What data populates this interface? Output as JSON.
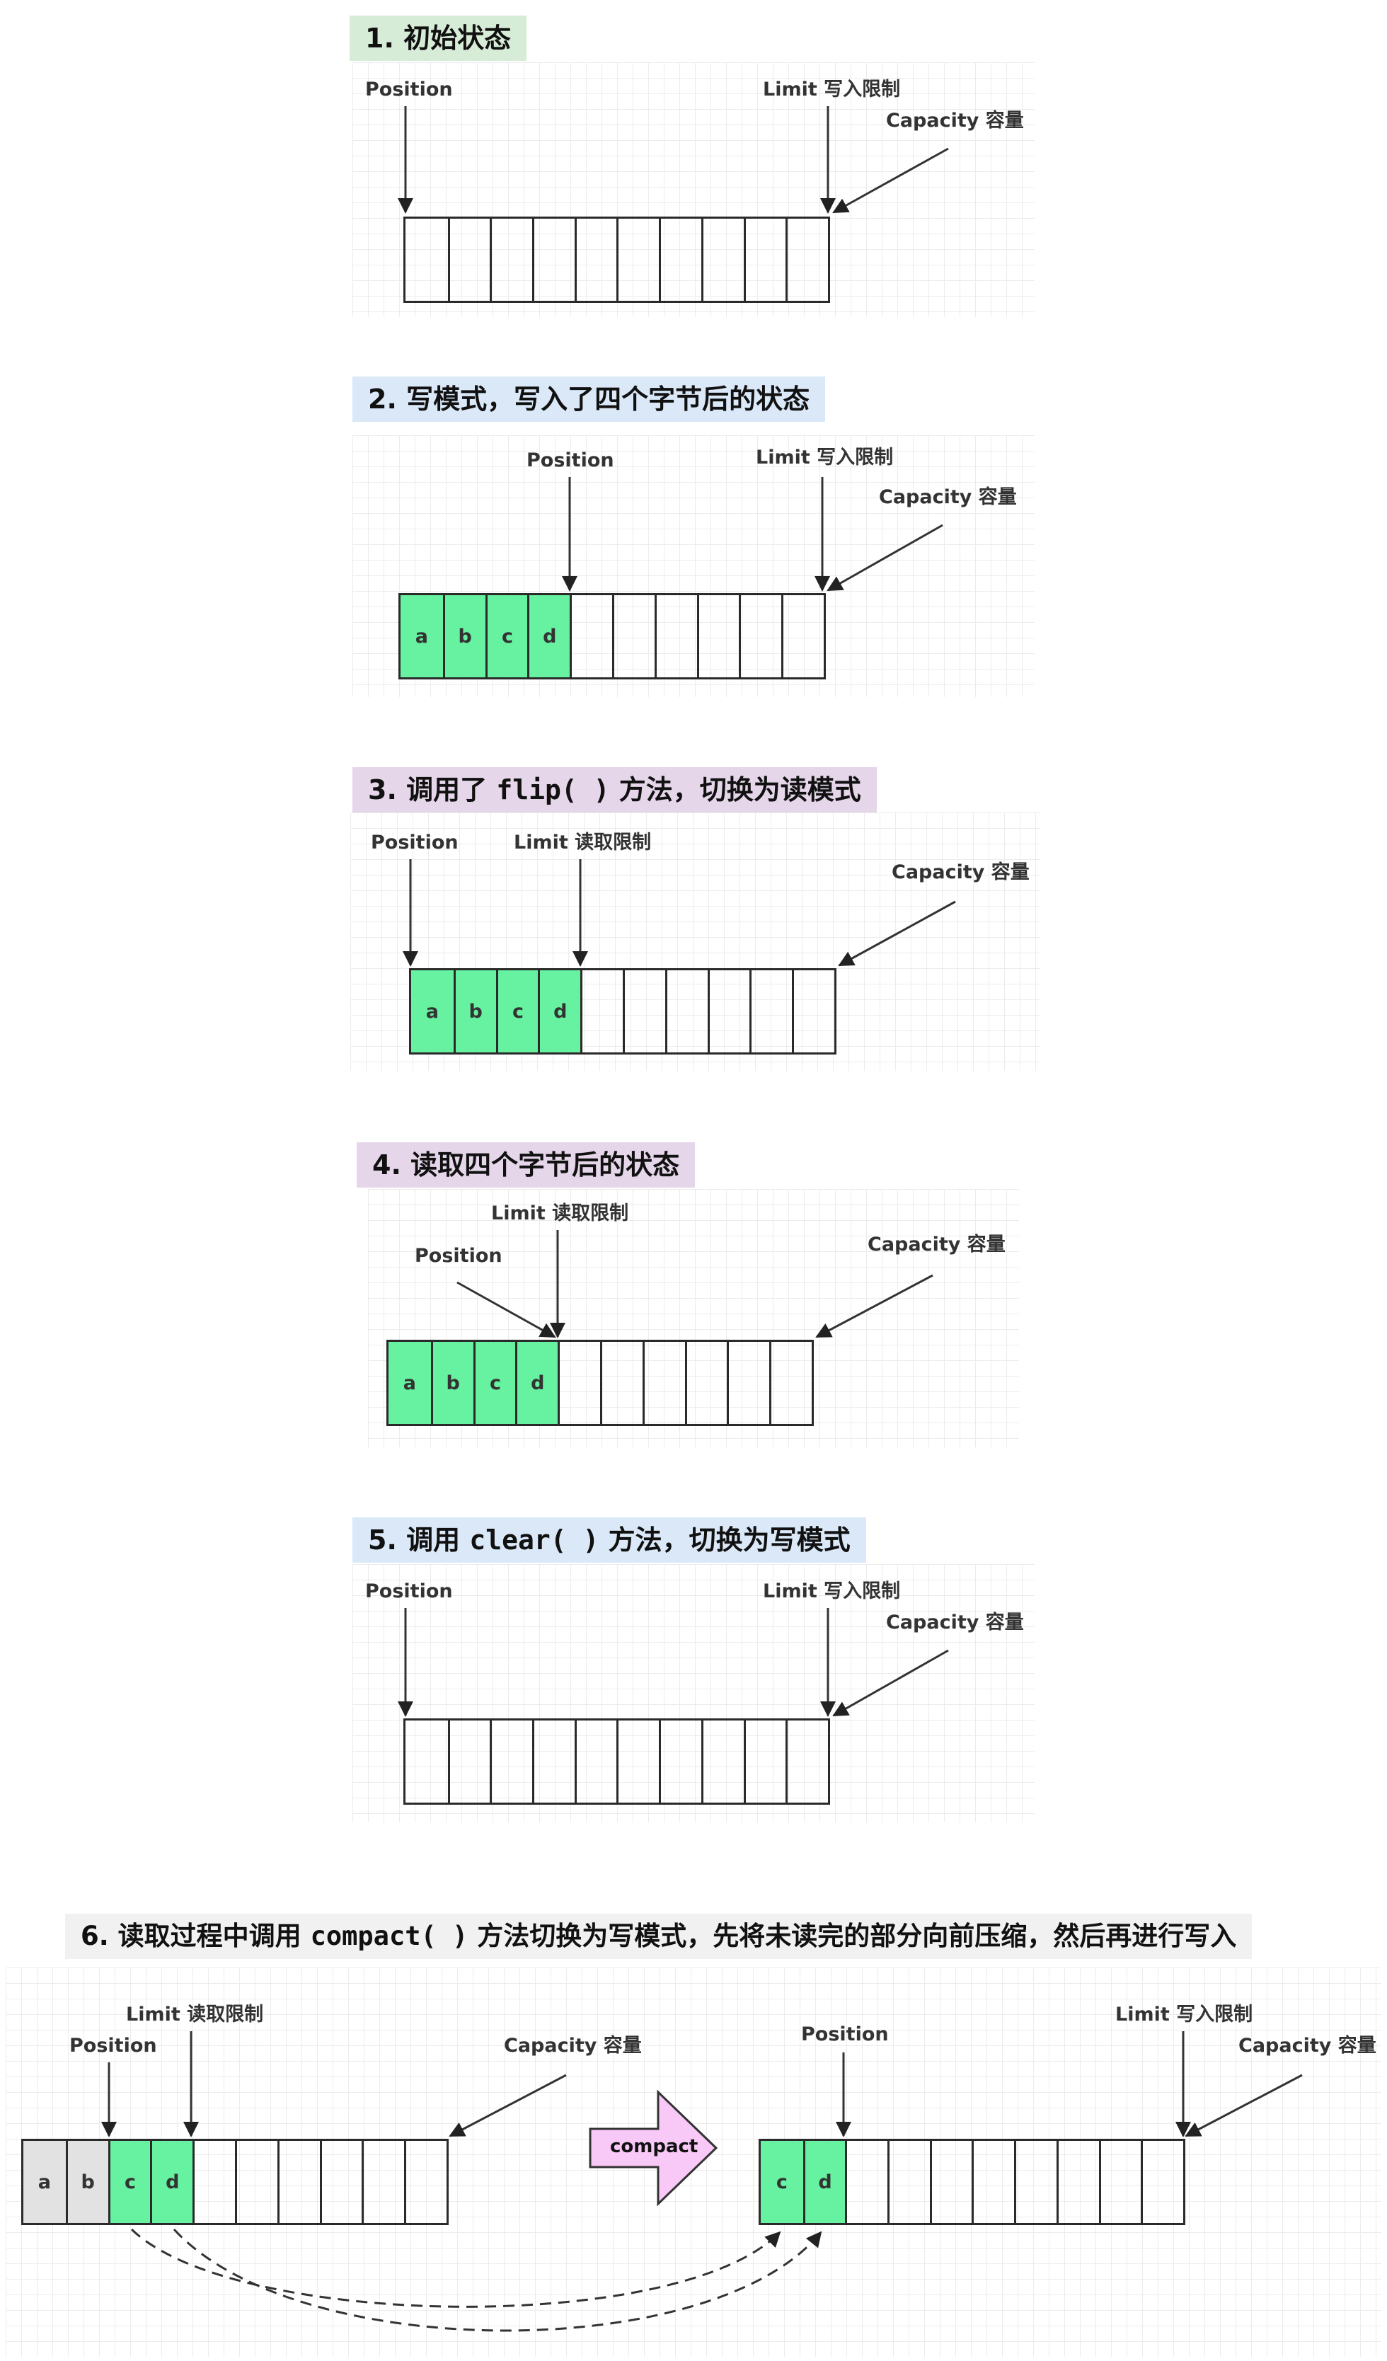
{
  "colors": {
    "filled_cell": "#66f2a0",
    "consumed_cell": "#e2e2e2",
    "title_green": "#d7ecd6",
    "title_blue": "#dae8f8",
    "title_purple": "#e5d6ea",
    "title_gray": "#f1f1f1",
    "compact_arrow": "#f8c8f6"
  },
  "sections": [
    {
      "title": "1. 初始状态",
      "labels": {
        "position": "Position",
        "limit": "Limit 写入限制",
        "capacity": "Capacity 容量"
      },
      "cells": [
        "",
        "",
        "",
        "",
        "",
        "",
        "",
        "",
        "",
        ""
      ]
    },
    {
      "title": "2. 写模式，写入了四个字节后的状态",
      "labels": {
        "position": "Position",
        "limit": "Limit 写入限制",
        "capacity": "Capacity 容量"
      },
      "cells": [
        "a",
        "b",
        "c",
        "d",
        "",
        "",
        "",
        "",
        "",
        ""
      ]
    },
    {
      "title_parts": [
        "3. 调用了 ",
        "flip( )",
        " 方法，切换为读模式"
      ],
      "labels": {
        "position": "Position",
        "limit": "Limit 读取限制",
        "capacity": "Capacity 容量"
      },
      "cells": [
        "a",
        "b",
        "c",
        "d",
        "",
        "",
        "",
        "",
        "",
        ""
      ]
    },
    {
      "title": "4. 读取四个字节后的状态",
      "labels": {
        "position": "Position",
        "limit": "Limit 读取限制",
        "capacity": "Capacity 容量"
      },
      "cells": [
        "a",
        "b",
        "c",
        "d",
        "",
        "",
        "",
        "",
        "",
        ""
      ]
    },
    {
      "title_parts": [
        "5. 调用 ",
        "clear( )",
        " 方法，切换为写模式"
      ],
      "labels": {
        "position": "Position",
        "limit": "Limit 写入限制",
        "capacity": "Capacity 容量"
      },
      "cells": [
        "",
        "",
        "",
        "",
        "",
        "",
        "",
        "",
        "",
        ""
      ]
    },
    {
      "title_parts": [
        "6. 读取过程中调用 ",
        "compact( )",
        " 方法切换为写模式，先将未读完的部分向前压缩，然后再进行写入"
      ],
      "before": {
        "labels": {
          "position": "Position",
          "limit": "Limit 读取限制",
          "capacity": "Capacity 容量"
        },
        "cells": [
          "a",
          "b",
          "c",
          "d",
          "",
          "",
          "",
          "",
          "",
          ""
        ]
      },
      "action_label": "compact",
      "after": {
        "labels": {
          "position": "Position",
          "limit": "Limit 写入限制",
          "capacity": "Capacity 容量"
        },
        "cells": [
          "c",
          "d",
          "",
          "",
          "",
          "",
          "",
          "",
          "",
          ""
        ]
      }
    }
  ]
}
